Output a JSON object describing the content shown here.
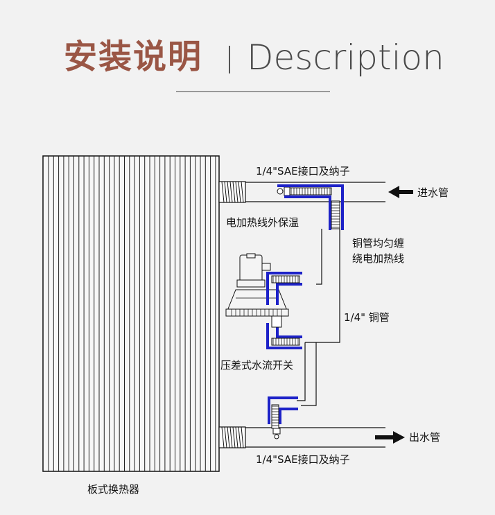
{
  "header": {
    "title_cn": "安装说明",
    "title_en": "Description"
  },
  "diagram": {
    "labels": {
      "sae_top": "1/4\"SAE接口及纳子",
      "inlet": "进水管",
      "insulation": "电加热线外保温",
      "copper_wrap_1": "铜管均匀缠",
      "copper_wrap_2": "绕电加热线",
      "copper_tube": "1/4\" 铜管",
      "flow_switch": "压差式水流开关",
      "outlet": "出水管",
      "sae_bottom": "1/4\"SAE接口及纳子",
      "exchanger": "板式换热器"
    },
    "colors": {
      "line": "#111111",
      "insulation": "#1d22c8",
      "background": "#f2f2f2"
    }
  }
}
